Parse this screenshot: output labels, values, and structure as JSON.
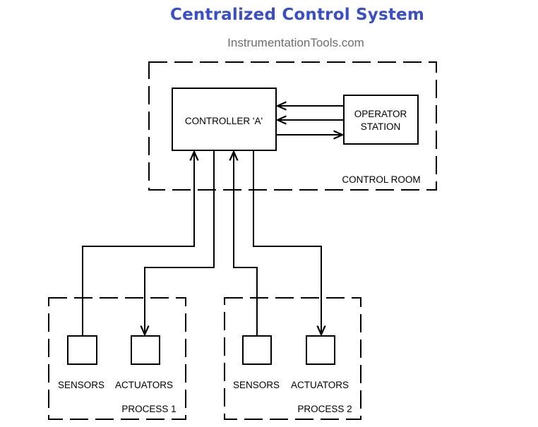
{
  "title": "Centralized Control System",
  "subtitle": "InstrumentationTools.com",
  "diagram": {
    "controller": "CONTROLLER 'A'",
    "operator_station": [
      "OPERATOR",
      "STATION"
    ],
    "control_room": "CONTROL ROOM",
    "process1": {
      "label": "PROCESS 1",
      "sensors": "SENSORS",
      "actuators": "ACTUATORS"
    },
    "process2": {
      "label": "PROCESS 2",
      "sensors": "SENSORS",
      "actuators": "ACTUATORS"
    }
  }
}
